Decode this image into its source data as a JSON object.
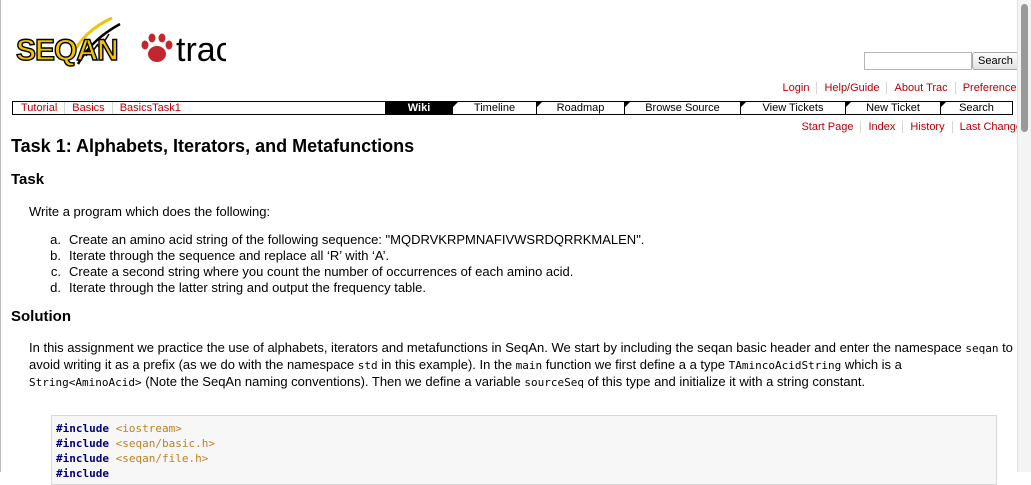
{
  "header": {
    "logo": {
      "seqan_text": "SEQAN",
      "trac_text": "trac"
    },
    "search": {
      "value": "",
      "button_label": "Search"
    }
  },
  "metanav": [
    "Login",
    "Help/Guide",
    "About Trac",
    "Preferences"
  ],
  "breadcrumb": [
    "Tutorial",
    "Basics",
    "BasicsTask1"
  ],
  "mainnav": [
    {
      "label": "Wiki",
      "active": true
    },
    {
      "label": "Timeline",
      "active": false
    },
    {
      "label": "Roadmap",
      "active": false
    },
    {
      "label": "Browse Source",
      "active": false
    },
    {
      "label": "View Tickets",
      "active": false
    },
    {
      "label": "New Ticket",
      "active": false
    },
    {
      "label": "Search",
      "active": false
    }
  ],
  "ctxnav": [
    "Start Page",
    "Index",
    "History",
    "Last Change"
  ],
  "content": {
    "title": "Task 1: Alphabets, Iterators, and Metafunctions",
    "task_heading": "Task",
    "task_intro": "Write a program which does the following:",
    "task_items": [
      {
        "marker": "a.",
        "text": "Create an amino acid string of the following sequence: \"MQDRVKRPMNAFIVWSRDQRRKMALEN\"."
      },
      {
        "marker": "b.",
        "text": "Iterate through the sequence and replace all ‘R’ with ‘A’."
      },
      {
        "marker": "c.",
        "text": "Create a second string where you count the number of occurrences of each amino acid."
      },
      {
        "marker": "d.",
        "text": "Iterate through the latter string and output the frequency table."
      }
    ],
    "solution_heading": "Solution",
    "solution_paragraph": {
      "s1": "In this assignment we practice the use of alphabets, iterators and metafunctions in SeqAn. We start by including the seqan basic header and enter the namespace ",
      "c1": "seqan",
      "s2": " to avoid writing it as a prefix (as we do with the namespace ",
      "c2": "std",
      "s3": " in this example). In the ",
      "c3": "main",
      "s4": " function we first define a a type ",
      "c4": "TAmincoAcidString",
      "s5": " which is a ",
      "c5": "String<AminoAcid>",
      "s6": " (Note the SeqAn naming conventions). Then we define a variable ",
      "c6": "sourceSeq",
      "s7": " of this type and initialize it with a string constant."
    },
    "code_lines": [
      {
        "keyword": "#include",
        "target": "<iostream>"
      },
      {
        "keyword": "#include",
        "target": "<seqan/basic.h>"
      },
      {
        "keyword": "#include",
        "target": "<seqan/file.h>"
      },
      {
        "keyword": "#include",
        "target": ""
      }
    ]
  },
  "colors": {
    "link": "#bb0000",
    "logo_yellow": "#f3c300",
    "logo_red": "#c1272d"
  }
}
